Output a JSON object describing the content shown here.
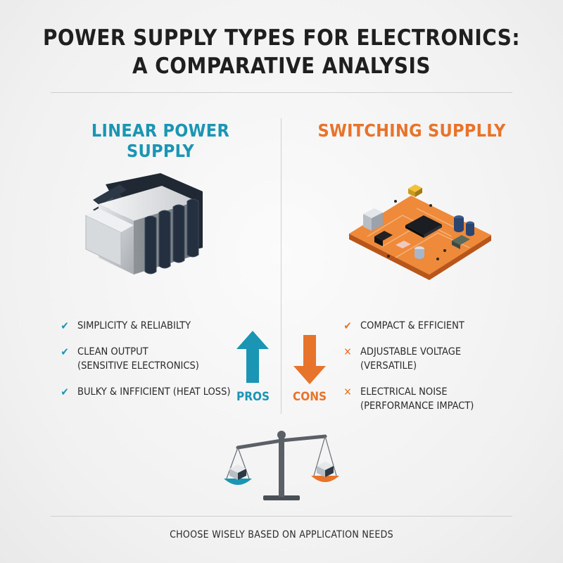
{
  "title": {
    "line1": "POWER SUPPLY TYPES FOR ELECTRONICS:",
    "line2": "A COMPARATIVE ANALYSIS"
  },
  "left": {
    "heading": "LINEAR POWER SUPPLY",
    "accent": "#1b95b4",
    "items": [
      {
        "marker": "check",
        "text": "SIMPLICITY & RELIABILTY"
      },
      {
        "marker": "check",
        "text": "CLEAN OUTPUT",
        "text2": "(SENSITIVE ELECTRONICS)"
      },
      {
        "marker": "check",
        "text": "BULKY & INFFICIENT (HEAT LOSS)"
      }
    ]
  },
  "right": {
    "heading": "SWITCHING SUPPLLY",
    "accent": "#e8732a",
    "items": [
      {
        "marker": "check",
        "text": "COMPACT & EFFICIENT"
      },
      {
        "marker": "cross",
        "text": "ADJUSTABLE VOLTAGE",
        "text2": "(VERSATILE)"
      },
      {
        "marker": "cross",
        "text": "ELECTRICAL NOISE",
        "text2": "(PERFORMANCE IMPACT)"
      }
    ]
  },
  "arrows": {
    "pros_label": "PROS",
    "cons_label": "CONS"
  },
  "icons": {
    "check": "✔",
    "cross": "✕"
  },
  "footer": "CHOOSE WISELY BASED ON APPLICATION NEEDS"
}
